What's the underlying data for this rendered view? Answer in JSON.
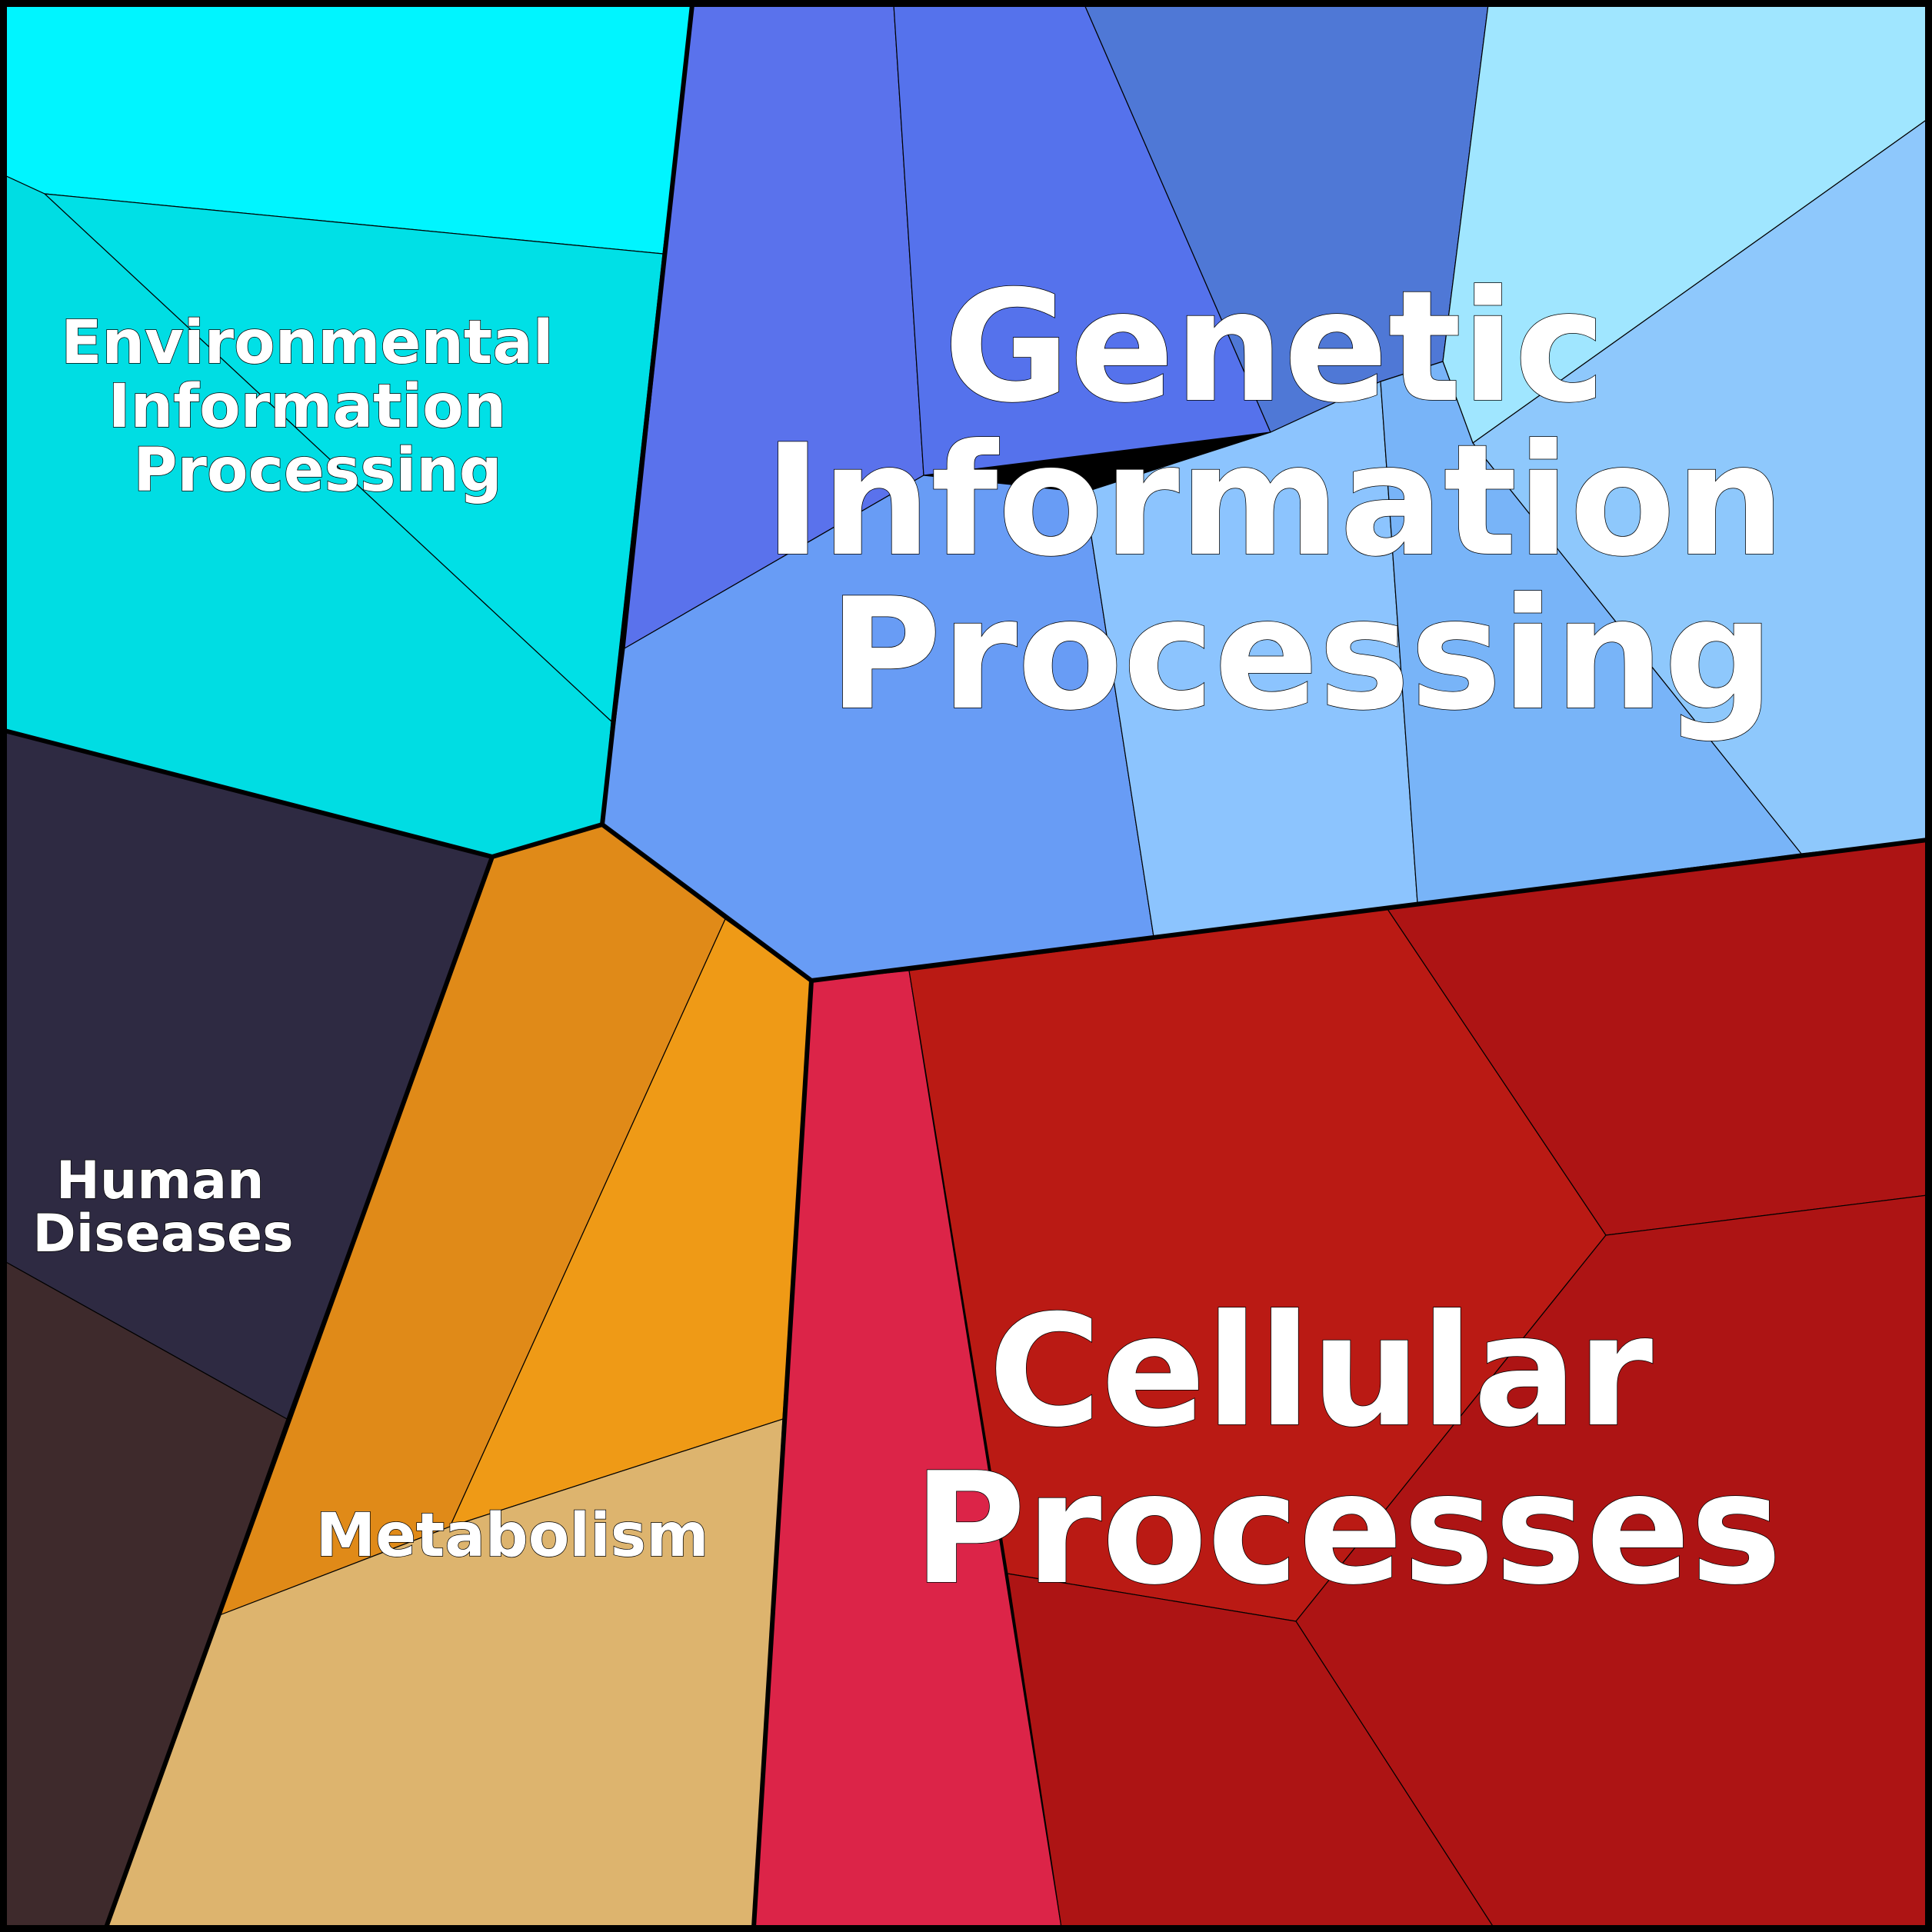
{
  "diagram": {
    "type": "voronoi-treemap",
    "groups": [
      {
        "id": "genetic",
        "label_lines": [
          "Genetic",
          "Information",
          "Processing"
        ]
      },
      {
        "id": "environmental",
        "label_lines": [
          "Environmental",
          "Information",
          "Processing"
        ]
      },
      {
        "id": "cellular",
        "label_lines": [
          "Cellular",
          "Processes"
        ]
      },
      {
        "id": "human",
        "label_lines": [
          "Human",
          "Diseases"
        ]
      },
      {
        "id": "metabolism",
        "label_lines": [
          "Metabolism"
        ]
      }
    ],
    "colors": {
      "environmental": [
        "#00f5ff",
        "#00e0e6",
        "#00dde3"
      ],
      "genetic": [
        "#5a72ec",
        "#5572ec",
        "#4f78d6",
        "#a0e6ff",
        "#8ec8fc",
        "#689cf5",
        "#8cc4fe",
        "#78b4f8"
      ],
      "cellular": [
        "#dc2448",
        "#ba1a14",
        "#ad1414"
      ],
      "human": [
        "#2e2a42",
        "#3e2a2c"
      ],
      "metabolism": [
        "#e08a18",
        "#ef9a16",
        "#ddb46e"
      ],
      "outline": "#000000",
      "label_text": "#ffffff"
    }
  }
}
